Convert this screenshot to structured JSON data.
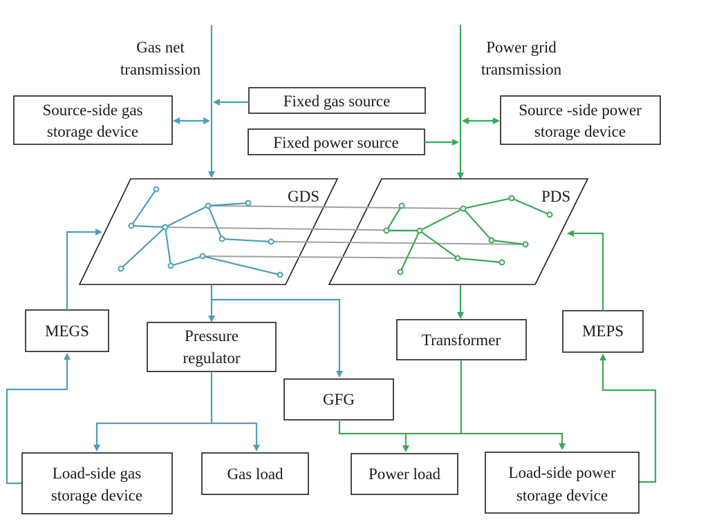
{
  "colors": {
    "gas": "#4a9fb5",
    "power": "#3aa857",
    "tie": "#a0a0a0",
    "border": "#1a1a1a"
  },
  "labels": {
    "gas_net_transmission": [
      "Gas net",
      "transmission"
    ],
    "power_grid_transmission": [
      "Power grid",
      "transmission"
    ],
    "fixed_gas_source": "Fixed gas  source",
    "fixed_power_source": "Fixed power  source",
    "source_gas_storage": [
      "Source-side gas",
      "storage device"
    ],
    "source_power_storage": [
      "Source -side power",
      "storage device"
    ],
    "gds": "GDS",
    "pds": "PDS",
    "megs": "MEGS",
    "meps": "MEPS",
    "pressure_regulator": [
      "Pressure",
      "regulator"
    ],
    "transformer": "Transformer",
    "gfg": "GFG",
    "load_gas_storage": [
      "Load-side gas",
      "storage device"
    ],
    "gas_load": "Gas load",
    "power_load": "Power  load",
    "load_power_storage": [
      "Load-side power",
      "storage device"
    ]
  }
}
